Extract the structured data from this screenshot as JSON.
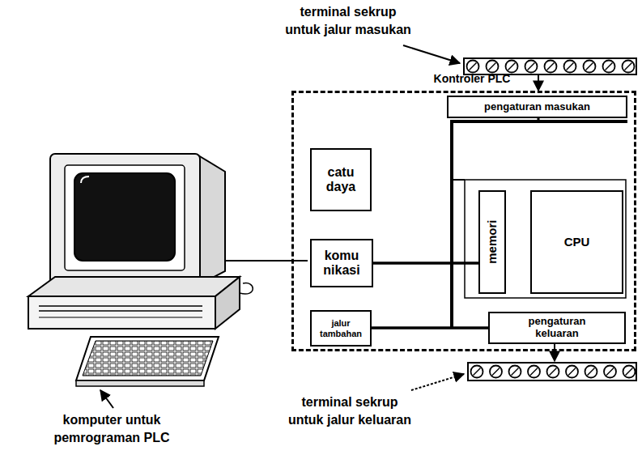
{
  "diagram": {
    "nodes": [
      {
        "text": [
          "Kontroler PLC"
        ]
      },
      {
        "text": [
          "pengaturan masukan"
        ],
        "in": 0
      },
      {
        "text": [
          "catu daya"
        ],
        "in": 0
      },
      {
        "text": [
          "memori"
        ],
        "in": 0
      },
      {
        "text": [
          "CPU"
        ],
        "in": 0
      },
      {
        "text": [
          "komu nikasi"
        ],
        "in": 0
      },
      {
        "text": [
          "jalur tambahan"
        ],
        "in": 0
      },
      {
        "text": [
          "pengaturan keluaran"
        ],
        "in": 0
      }
    ],
    "edges": [
      {
        "from": 5,
        "to": 3,
        "arrow": "none"
      },
      {
        "from": 6,
        "to": 7,
        "arrow": "none"
      }
    ],
    "labels": [
      "terminal sekrup untuk jalur masukan",
      "terminal sekrup untuk jalur keluaran",
      "komputer untuk pemrograman PLC"
    ]
  }
}
